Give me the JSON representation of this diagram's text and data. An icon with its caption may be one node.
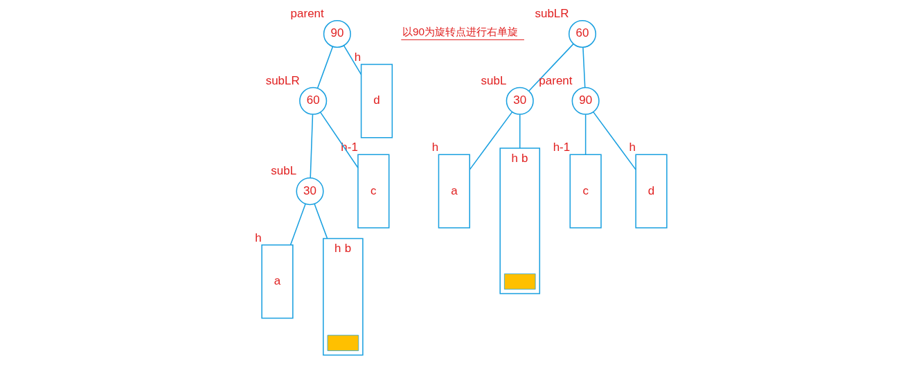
{
  "diagram": {
    "nodes": [
      {
        "text": [
          "90"
        ],
        "beside": [
          "parent"
        ]
      },
      {
        "text": [
          "60"
        ],
        "beside": [
          "subLR"
        ]
      },
      {
        "text": [
          "d"
        ],
        "beside": [
          "h"
        ]
      },
      {
        "text": [
          "30"
        ],
        "beside": [
          "subL"
        ]
      },
      {
        "text": [
          "c"
        ],
        "beside": [
          "h-1"
        ]
      },
      {
        "text": [
          "a"
        ],
        "beside": [
          "h"
        ]
      },
      {
        "text": [
          "b"
        ],
        "beside": [
          "h"
        ]
      },
      {
        "text": [],
        "shape": "bar",
        "in": 6
      },
      {
        "text": [
          "60"
        ],
        "beside": [
          "subLR"
        ]
      },
      {
        "text": [
          "30"
        ],
        "beside": [
          "subL"
        ]
      },
      {
        "text": [
          "90"
        ],
        "beside": [
          "parent"
        ]
      },
      {
        "text": [
          "a"
        ],
        "beside": [
          "h"
        ]
      },
      {
        "text": [
          "b"
        ],
        "beside": [
          "h"
        ]
      },
      {
        "text": [],
        "shape": "bar",
        "in": 12
      },
      {
        "text": [
          "c"
        ],
        "beside": [
          "h-1"
        ]
      },
      {
        "text": [
          "d"
        ],
        "beside": [
          "h"
        ]
      }
    ],
    "edges": [
      {
        "from": 0,
        "to": 1,
        "arrow": "none"
      },
      {
        "from": 0,
        "to": 2,
        "arrow": "none"
      },
      {
        "from": 1,
        "to": 3,
        "arrow": "none"
      },
      {
        "from": 1,
        "to": 4,
        "arrow": "none"
      },
      {
        "from": 3,
        "to": 5,
        "arrow": "none"
      },
      {
        "from": 3,
        "to": 6,
        "arrow": "none"
      },
      {
        "from": 8,
        "to": 9,
        "arrow": "none"
      },
      {
        "from": 8,
        "to": 10,
        "arrow": "none"
      },
      {
        "from": 9,
        "to": 11,
        "arrow": "none"
      },
      {
        "from": 9,
        "to": 12,
        "arrow": "none"
      },
      {
        "from": 10,
        "to": 14,
        "arrow": "none"
      },
      {
        "from": 10,
        "to": 15,
        "arrow": "none"
      }
    ],
    "labels": [
      "以90为旋转点进行右单旋"
    ]
  }
}
